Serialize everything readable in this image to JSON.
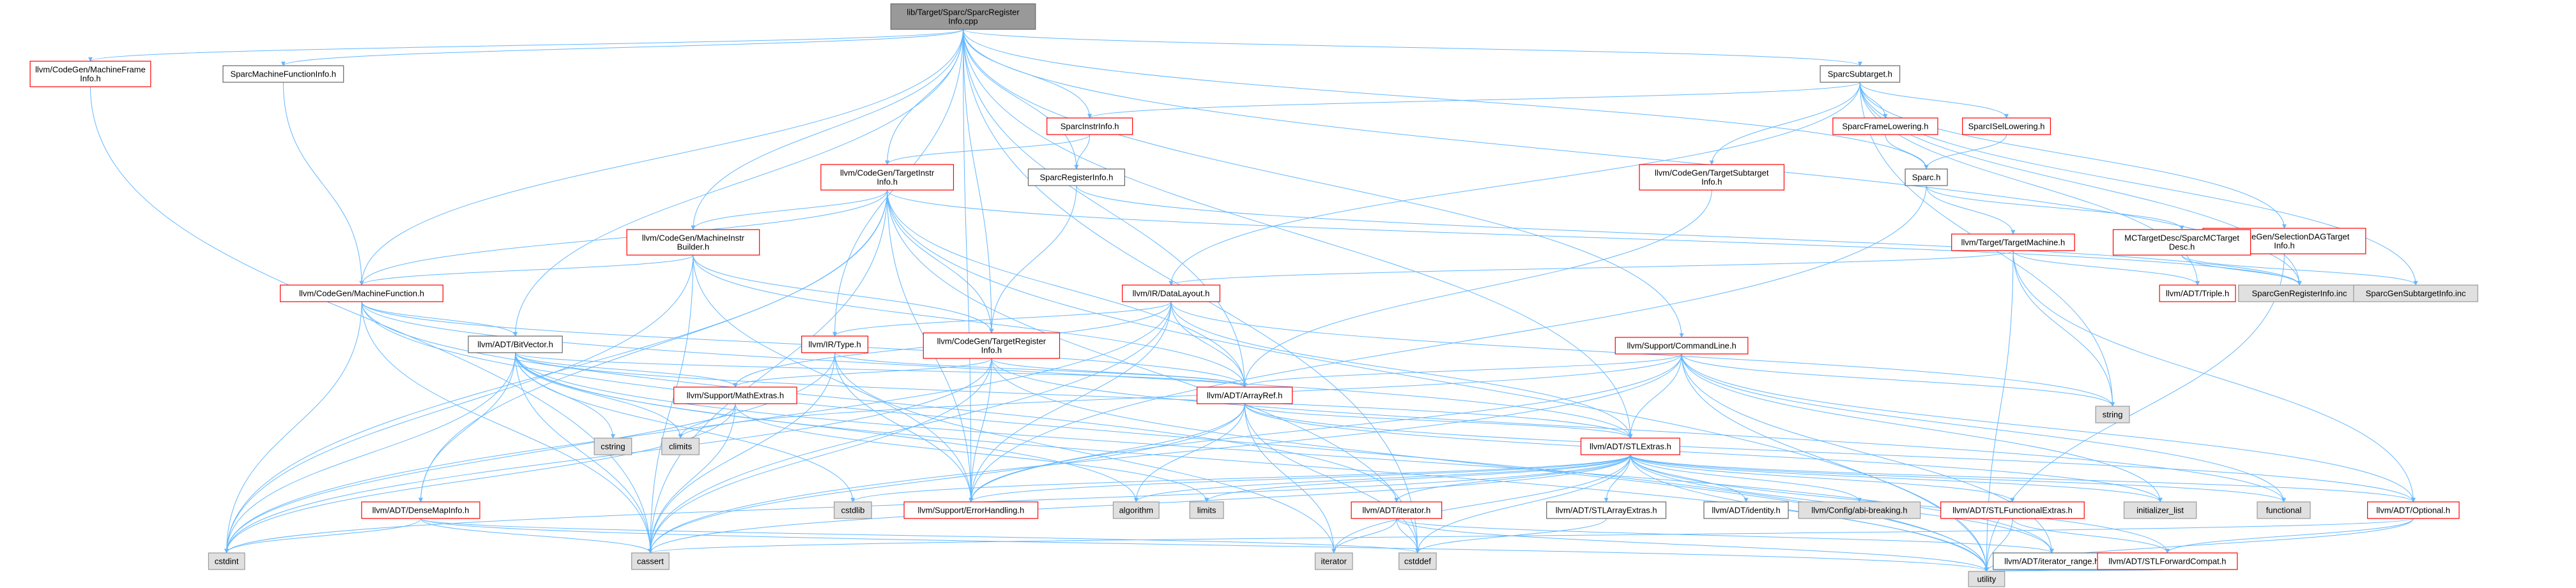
{
  "colors": {
    "edge": "#63b8ff",
    "edge_dark": "#404040",
    "root_fill": "#999999",
    "root_stroke": "#666666",
    "red_stroke": "#ff0000",
    "gray_fill": "#e0e0e0",
    "gray_stroke": "#999999",
    "plain_stroke": "#666666"
  },
  "nodes": [
    {
      "id": "root",
      "lines": [
        "lib/Target/Sparc/SparcRegister",
        "Info.cpp"
      ],
      "style": "root"
    },
    {
      "id": "mfi",
      "lines": [
        "llvm/CodeGen/MachineFrame",
        "Info.h"
      ],
      "style": "red"
    },
    {
      "id": "smfi",
      "lines": [
        "SparcMachineFunctionInfo.h"
      ],
      "style": "plain"
    },
    {
      "id": "subtarget",
      "lines": [
        "SparcSubtarget.h"
      ],
      "style": "plain"
    },
    {
      "id": "instrinfo",
      "lines": [
        "SparcInstrInfo.h"
      ],
      "style": "red"
    },
    {
      "id": "framelow",
      "lines": [
        "SparcFrameLowering.h"
      ],
      "style": "red"
    },
    {
      "id": "isellow",
      "lines": [
        "SparcISelLowering.h"
      ],
      "style": "red"
    },
    {
      "id": "tii",
      "lines": [
        "llvm/CodeGen/TargetInstr",
        "Info.h"
      ],
      "style": "red"
    },
    {
      "id": "sri",
      "lines": [
        "SparcRegisterInfo.h"
      ],
      "style": "plain"
    },
    {
      "id": "tsi",
      "lines": [
        "llvm/CodeGen/TargetSubtarget",
        "Info.h"
      ],
      "style": "red"
    },
    {
      "id": "sparch",
      "lines": [
        "Sparc.h"
      ],
      "style": "plain"
    },
    {
      "id": "seldag",
      "lines": [
        "llvm/CodeGen/SelectionDAGTarget",
        "Info.h"
      ],
      "style": "red"
    },
    {
      "id": "mib",
      "lines": [
        "llvm/CodeGen/MachineInstr",
        "Builder.h"
      ],
      "style": "red"
    },
    {
      "id": "mcdesc",
      "lines": [
        "MCTargetDesc/SparcMCTarget",
        "Desc.h"
      ],
      "style": "red"
    },
    {
      "id": "tm",
      "lines": [
        "llvm/Target/TargetMachine.h"
      ],
      "style": "red"
    },
    {
      "id": "mf",
      "lines": [
        "llvm/CodeGen/MachineFunction.h"
      ],
      "style": "red"
    },
    {
      "id": "dl",
      "lines": [
        "llvm/IR/DataLayout.h"
      ],
      "style": "red"
    },
    {
      "id": "triple",
      "lines": [
        "llvm/ADT/Triple.h"
      ],
      "style": "red"
    },
    {
      "id": "sgri",
      "lines": [
        "SparcGenRegisterInfo.inc"
      ],
      "style": "gray"
    },
    {
      "id": "sgsi",
      "lines": [
        "SparcGenSubtargetInfo.inc"
      ],
      "style": "gray"
    },
    {
      "id": "bitvec",
      "lines": [
        "llvm/ADT/BitVector.h"
      ],
      "style": "plain"
    },
    {
      "id": "type",
      "lines": [
        "llvm/IR/Type.h"
      ],
      "style": "red"
    },
    {
      "id": "tri",
      "lines": [
        "llvm/CodeGen/TargetRegister",
        "Info.h"
      ],
      "style": "red"
    },
    {
      "id": "cmdline",
      "lines": [
        "llvm/Support/CommandLine.h"
      ],
      "style": "red"
    },
    {
      "id": "string",
      "lines": [
        "string"
      ],
      "style": "gray"
    },
    {
      "id": "mathext",
      "lines": [
        "llvm/Support/MathExtras.h"
      ],
      "style": "red"
    },
    {
      "id": "arrayref",
      "lines": [
        "llvm/ADT/ArrayRef.h"
      ],
      "style": "red"
    },
    {
      "id": "cstring",
      "lines": [
        "cstring"
      ],
      "style": "gray"
    },
    {
      "id": "climits",
      "lines": [
        "climits"
      ],
      "style": "gray"
    },
    {
      "id": "stlextras",
      "lines": [
        "llvm/ADT/STLExtras.h"
      ],
      "style": "red"
    },
    {
      "id": "dmi",
      "lines": [
        "llvm/ADT/DenseMapInfo.h"
      ],
      "style": "red"
    },
    {
      "id": "cstdlib",
      "lines": [
        "cstdlib"
      ],
      "style": "gray"
    },
    {
      "id": "errhand",
      "lines": [
        "llvm/Support/ErrorHandling.h"
      ],
      "style": "red"
    },
    {
      "id": "algorithm",
      "lines": [
        "algorithm"
      ],
      "style": "gray"
    },
    {
      "id": "limits",
      "lines": [
        "limits"
      ],
      "style": "gray"
    },
    {
      "id": "iteratorh",
      "lines": [
        "llvm/ADT/iterator.h"
      ],
      "style": "red"
    },
    {
      "id": "stlarr",
      "lines": [
        "llvm/ADT/STLArrayExtras.h"
      ],
      "style": "plain"
    },
    {
      "id": "identity",
      "lines": [
        "llvm/ADT/identity.h"
      ],
      "style": "plain"
    },
    {
      "id": "abibreak",
      "lines": [
        "llvm/Config/abi-breaking.h"
      ],
      "style": "gray"
    },
    {
      "id": "stlfunc",
      "lines": [
        "llvm/ADT/STLFunctionalExtras.h"
      ],
      "style": "red"
    },
    {
      "id": "initlist",
      "lines": [
        "initializer_list"
      ],
      "style": "gray"
    },
    {
      "id": "functional",
      "lines": [
        "functional"
      ],
      "style": "gray"
    },
    {
      "id": "optional",
      "lines": [
        "llvm/ADT/Optional.h"
      ],
      "style": "red"
    },
    {
      "id": "cstdint",
      "lines": [
        "cstdint"
      ],
      "style": "gray"
    },
    {
      "id": "cassert",
      "lines": [
        "cassert"
      ],
      "style": "gray"
    },
    {
      "id": "iterator",
      "lines": [
        "iterator"
      ],
      "style": "gray"
    },
    {
      "id": "cstddef",
      "lines": [
        "cstddef"
      ],
      "style": "gray"
    },
    {
      "id": "itrange",
      "lines": [
        "llvm/ADT/iterator_range.h"
      ],
      "style": "plain"
    },
    {
      "id": "stlfwd",
      "lines": [
        "llvm/ADT/STLForwardCompat.h"
      ],
      "style": "red"
    },
    {
      "id": "utility",
      "lines": [
        "utility"
      ],
      "style": "gray"
    }
  ],
  "edges": [
    [
      "root",
      "mfi"
    ],
    [
      "root",
      "smfi"
    ],
    [
      "root",
      "subtarget"
    ],
    [
      "root",
      "instrinfo"
    ],
    [
      "root",
      "tii"
    ],
    [
      "root",
      "sri"
    ],
    [
      "root",
      "mib"
    ],
    [
      "root",
      "mf"
    ],
    [
      "root",
      "bitvec"
    ],
    [
      "root",
      "type"
    ],
    [
      "root",
      "tri"
    ],
    [
      "root",
      "cmdline"
    ],
    [
      "root",
      "arrayref"
    ],
    [
      "root",
      "stlextras"
    ],
    [
      "root",
      "errhand"
    ],
    [
      "root",
      "sparch"
    ],
    [
      "root",
      "sgri"
    ],
    [
      "root",
      "cstddef"
    ],
    [
      "mfi",
      "cassert"
    ],
    [
      "smfi",
      "mf"
    ],
    [
      "subtarget",
      "instrinfo"
    ],
    [
      "subtarget",
      "framelow"
    ],
    [
      "subtarget",
      "isellow"
    ],
    [
      "subtarget",
      "tsi"
    ],
    [
      "subtarget",
      "seldag"
    ],
    [
      "subtarget",
      "dl"
    ],
    [
      "subtarget",
      "triple"
    ],
    [
      "subtarget",
      "sgsi"
    ],
    [
      "subtarget",
      "sgri"
    ],
    [
      "subtarget",
      "string"
    ],
    [
      "instrinfo",
      "tii"
    ],
    [
      "instrinfo",
      "sri"
    ],
    [
      "framelow",
      "sparch"
    ],
    [
      "isellow",
      "sparch"
    ],
    [
      "tii",
      "mib"
    ],
    [
      "tii",
      "mf"
    ],
    [
      "tii",
      "tri"
    ],
    [
      "tii",
      "arrayref"
    ],
    [
      "tii",
      "errhand"
    ],
    [
      "tii",
      "cstdint"
    ],
    [
      "tii",
      "cassert"
    ],
    [
      "tii",
      "dmi"
    ],
    [
      "tii",
      "cstddef"
    ],
    [
      "tii",
      "utility"
    ],
    [
      "tii",
      "sgri"
    ],
    [
      "sri",
      "tri"
    ],
    [
      "sri",
      "sgri"
    ],
    [
      "tsi",
      "arrayref"
    ],
    [
      "sparch",
      "mcdesc"
    ],
    [
      "sparch",
      "tm"
    ],
    [
      "sparch",
      "errhand"
    ],
    [
      "seldag",
      "utility"
    ],
    [
      "mib",
      "mf"
    ],
    [
      "mib",
      "arrayref"
    ],
    [
      "mib",
      "errhand"
    ],
    [
      "mib",
      "cstdint"
    ],
    [
      "mib",
      "cassert"
    ],
    [
      "mib",
      "tri"
    ],
    [
      "mcdesc",
      "sgri"
    ],
    [
      "mcdesc",
      "sgsi"
    ],
    [
      "tm",
      "dl"
    ],
    [
      "tm",
      "triple"
    ],
    [
      "tm",
      "string"
    ],
    [
      "tm",
      "optional"
    ],
    [
      "tm",
      "utility"
    ],
    [
      "mf",
      "bitvec"
    ],
    [
      "mf",
      "arrayref"
    ],
    [
      "mf",
      "cassert"
    ],
    [
      "mf",
      "cstdint"
    ],
    [
      "mf",
      "utility"
    ],
    [
      "mf",
      "stlextras"
    ],
    [
      "mf",
      "iteratorh"
    ],
    [
      "dl",
      "type"
    ],
    [
      "dl",
      "arrayref"
    ],
    [
      "dl",
      "mathext"
    ],
    [
      "dl",
      "errhand"
    ],
    [
      "dl",
      "string"
    ],
    [
      "dl",
      "cassert"
    ],
    [
      "dl",
      "cstdint"
    ],
    [
      "dl",
      "stlextras"
    ],
    [
      "bitvec",
      "arrayref"
    ],
    [
      "bitvec",
      "mathext"
    ],
    [
      "bitvec",
      "dmi"
    ],
    [
      "bitvec",
      "stlextras"
    ],
    [
      "bitvec",
      "algorithm"
    ],
    [
      "bitvec",
      "cassert"
    ],
    [
      "bitvec",
      "climits"
    ],
    [
      "bitvec",
      "cstdint"
    ],
    [
      "bitvec",
      "cstdlib"
    ],
    [
      "bitvec",
      "cstring"
    ],
    [
      "bitvec",
      "utility"
    ],
    [
      "bitvec",
      "itrange"
    ],
    [
      "type",
      "arrayref"
    ],
    [
      "type",
      "errhand"
    ],
    [
      "type",
      "cassert"
    ],
    [
      "type",
      "cstdint"
    ],
    [
      "type",
      "iterator"
    ],
    [
      "tri",
      "arrayref"
    ],
    [
      "tri",
      "mathext"
    ],
    [
      "tri",
      "errhand"
    ],
    [
      "tri",
      "cassert"
    ],
    [
      "tri",
      "cstdint"
    ],
    [
      "tri",
      "functional"
    ],
    [
      "tri",
      "utility"
    ],
    [
      "cmdline",
      "arrayref"
    ],
    [
      "cmdline",
      "stlextras"
    ],
    [
      "cmdline",
      "errhand"
    ],
    [
      "cmdline",
      "string"
    ],
    [
      "cmdline",
      "cassert"
    ],
    [
      "cmdline",
      "climits"
    ],
    [
      "cmdline",
      "functional"
    ],
    [
      "cmdline",
      "initlist"
    ],
    [
      "cmdline",
      "utility"
    ],
    [
      "cmdline",
      "optional"
    ],
    [
      "cmdline",
      "itrange"
    ],
    [
      "mathext",
      "climits"
    ],
    [
      "mathext",
      "cassert"
    ],
    [
      "mathext",
      "cstdint"
    ],
    [
      "mathext",
      "limits"
    ],
    [
      "arrayref",
      "stlextras"
    ],
    [
      "arrayref",
      "algorithm"
    ],
    [
      "arrayref",
      "cassert"
    ],
    [
      "arrayref",
      "cstddef"
    ],
    [
      "arrayref",
      "initlist"
    ],
    [
      "arrayref",
      "iterator"
    ],
    [
      "arrayref",
      "errhand"
    ],
    [
      "arrayref",
      "optional"
    ],
    [
      "stlextras",
      "errhand"
    ],
    [
      "stlextras",
      "iteratorh"
    ],
    [
      "stlextras",
      "stlarr"
    ],
    [
      "stlextras",
      "identity"
    ],
    [
      "stlextras",
      "abibreak"
    ],
    [
      "stlextras",
      "stlfunc"
    ],
    [
      "stlextras",
      "stlfwd"
    ],
    [
      "stlextras",
      "itrange"
    ],
    [
      "stlextras",
      "algorithm"
    ],
    [
      "stlextras",
      "cassert"
    ],
    [
      "stlextras",
      "cstddef"
    ],
    [
      "stlextras",
      "cstdint"
    ],
    [
      "stlextras",
      "cstdlib"
    ],
    [
      "stlextras",
      "functional"
    ],
    [
      "stlextras",
      "initlist"
    ],
    [
      "stlextras",
      "iterator"
    ],
    [
      "stlextras",
      "limits"
    ],
    [
      "stlextras",
      "utility"
    ],
    [
      "stlextras",
      "optional"
    ],
    [
      "dmi",
      "cassert"
    ],
    [
      "dmi",
      "cstddef"
    ],
    [
      "dmi",
      "cstdint"
    ],
    [
      "dmi",
      "utility"
    ],
    [
      "iteratorh",
      "itrange"
    ],
    [
      "iteratorh",
      "cstddef"
    ],
    [
      "iteratorh",
      "iterator"
    ],
    [
      "iteratorh",
      "utility"
    ],
    [
      "stlarr",
      "cstddef"
    ],
    [
      "stlfunc",
      "stlfwd"
    ],
    [
      "stlfunc",
      "utility"
    ],
    [
      "optional",
      "stlfwd"
    ],
    [
      "optional",
      "cassert"
    ],
    [
      "optional",
      "utility"
    ],
    [
      "itrange",
      "utility"
    ],
    [
      "stlfwd",
      "utility"
    ]
  ]
}
